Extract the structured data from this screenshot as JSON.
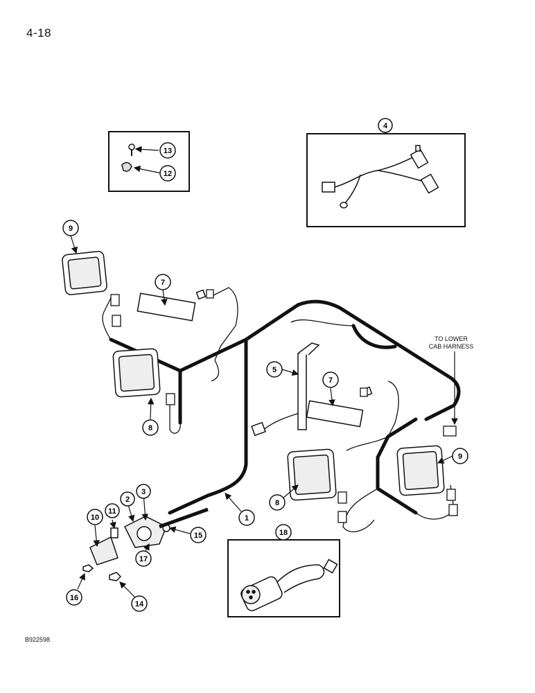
{
  "page": {
    "number": "4-18",
    "figure_code": "B922598"
  },
  "note": {
    "line1": "TO LOWER",
    "line2": "CAB HARNESS"
  },
  "callouts": [
    "1",
    "2",
    "3",
    "4",
    "5",
    "7",
    "7",
    "8",
    "8",
    "9",
    "9",
    "10",
    "11",
    "12",
    "13",
    "14",
    "15",
    "16",
    "17",
    "18"
  ]
}
